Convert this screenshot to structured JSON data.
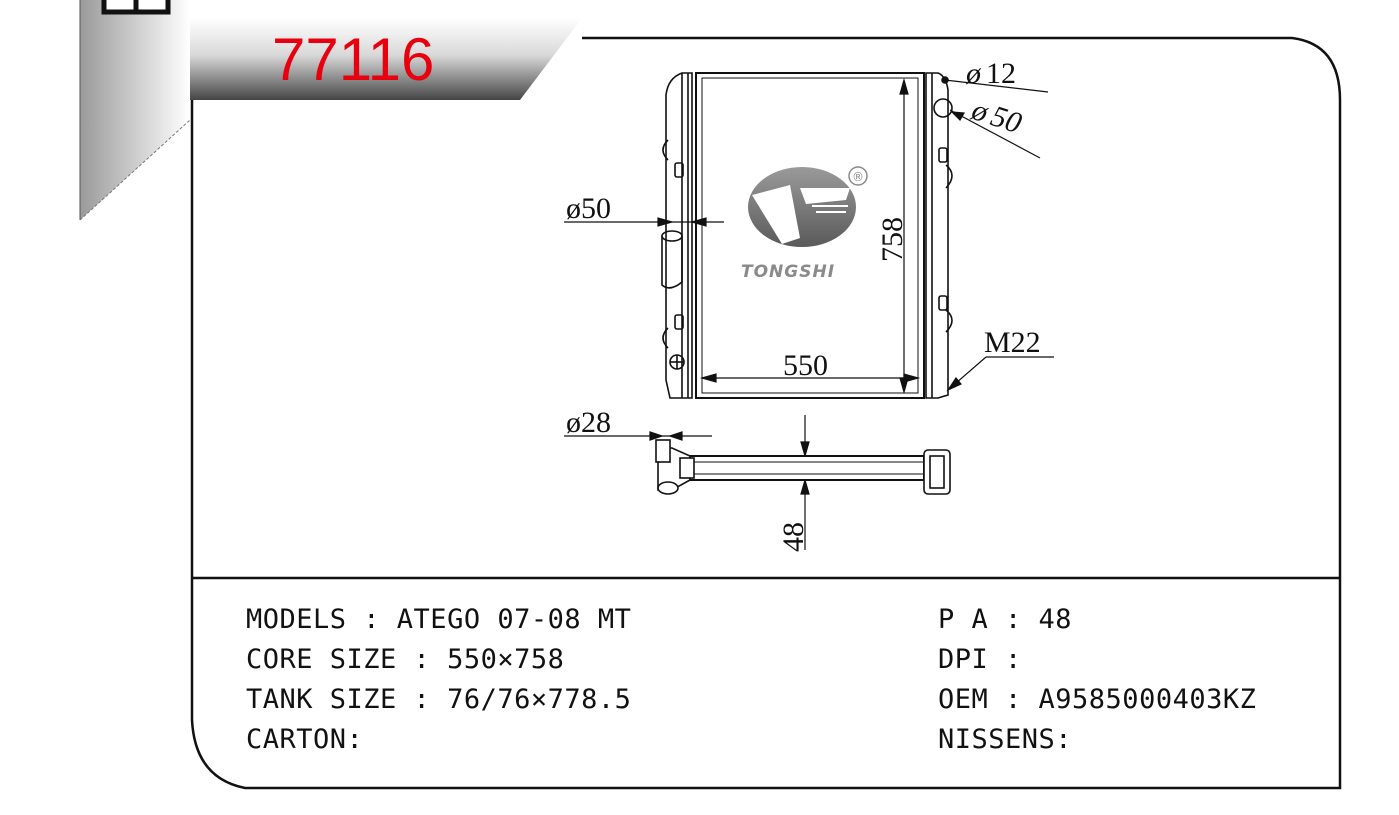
{
  "header": {
    "part_code": "77116"
  },
  "drawing": {
    "brand": "TONGSHI",
    "registered_mark": "®",
    "dimensions": {
      "outlet_top_small": "12",
      "outlet_top_large": "50",
      "inlet_left": "ø50",
      "height": "758",
      "width": "550",
      "thread": "M22",
      "side_pipe": "ø28",
      "thickness": "48"
    },
    "diameter_symbol": "ø"
  },
  "specs": {
    "left": [
      {
        "label": "MODELS",
        "value": "ATEGO 07-08 MT"
      },
      {
        "label": "CORE SIZE",
        "value": "550×758"
      },
      {
        "label": "TANK SIZE",
        "value": "76/76×778.5"
      },
      {
        "label": "CARTON",
        "value": ""
      }
    ],
    "right": [
      {
        "label": "P A",
        "value": "48"
      },
      {
        "label": "DPI",
        "value": ""
      },
      {
        "label": "OEM",
        "value": "A9585000403KZ"
      },
      {
        "label": "NISSENS",
        "value": ""
      }
    ],
    "lines_left": [
      "MODELS : ATEGO 07-08 MT",
      "CORE SIZE : 550×758",
      "TANK SIZE : 76/76×778.5",
      "CARTON:"
    ],
    "lines_right": [
      "P A : 48",
      "DPI :",
      "OEM : A9585000403KZ",
      "NISSENS:"
    ]
  },
  "colors": {
    "code_red": "#e8000f",
    "line": "#111111",
    "banner_dark": "#4a4a4a"
  }
}
